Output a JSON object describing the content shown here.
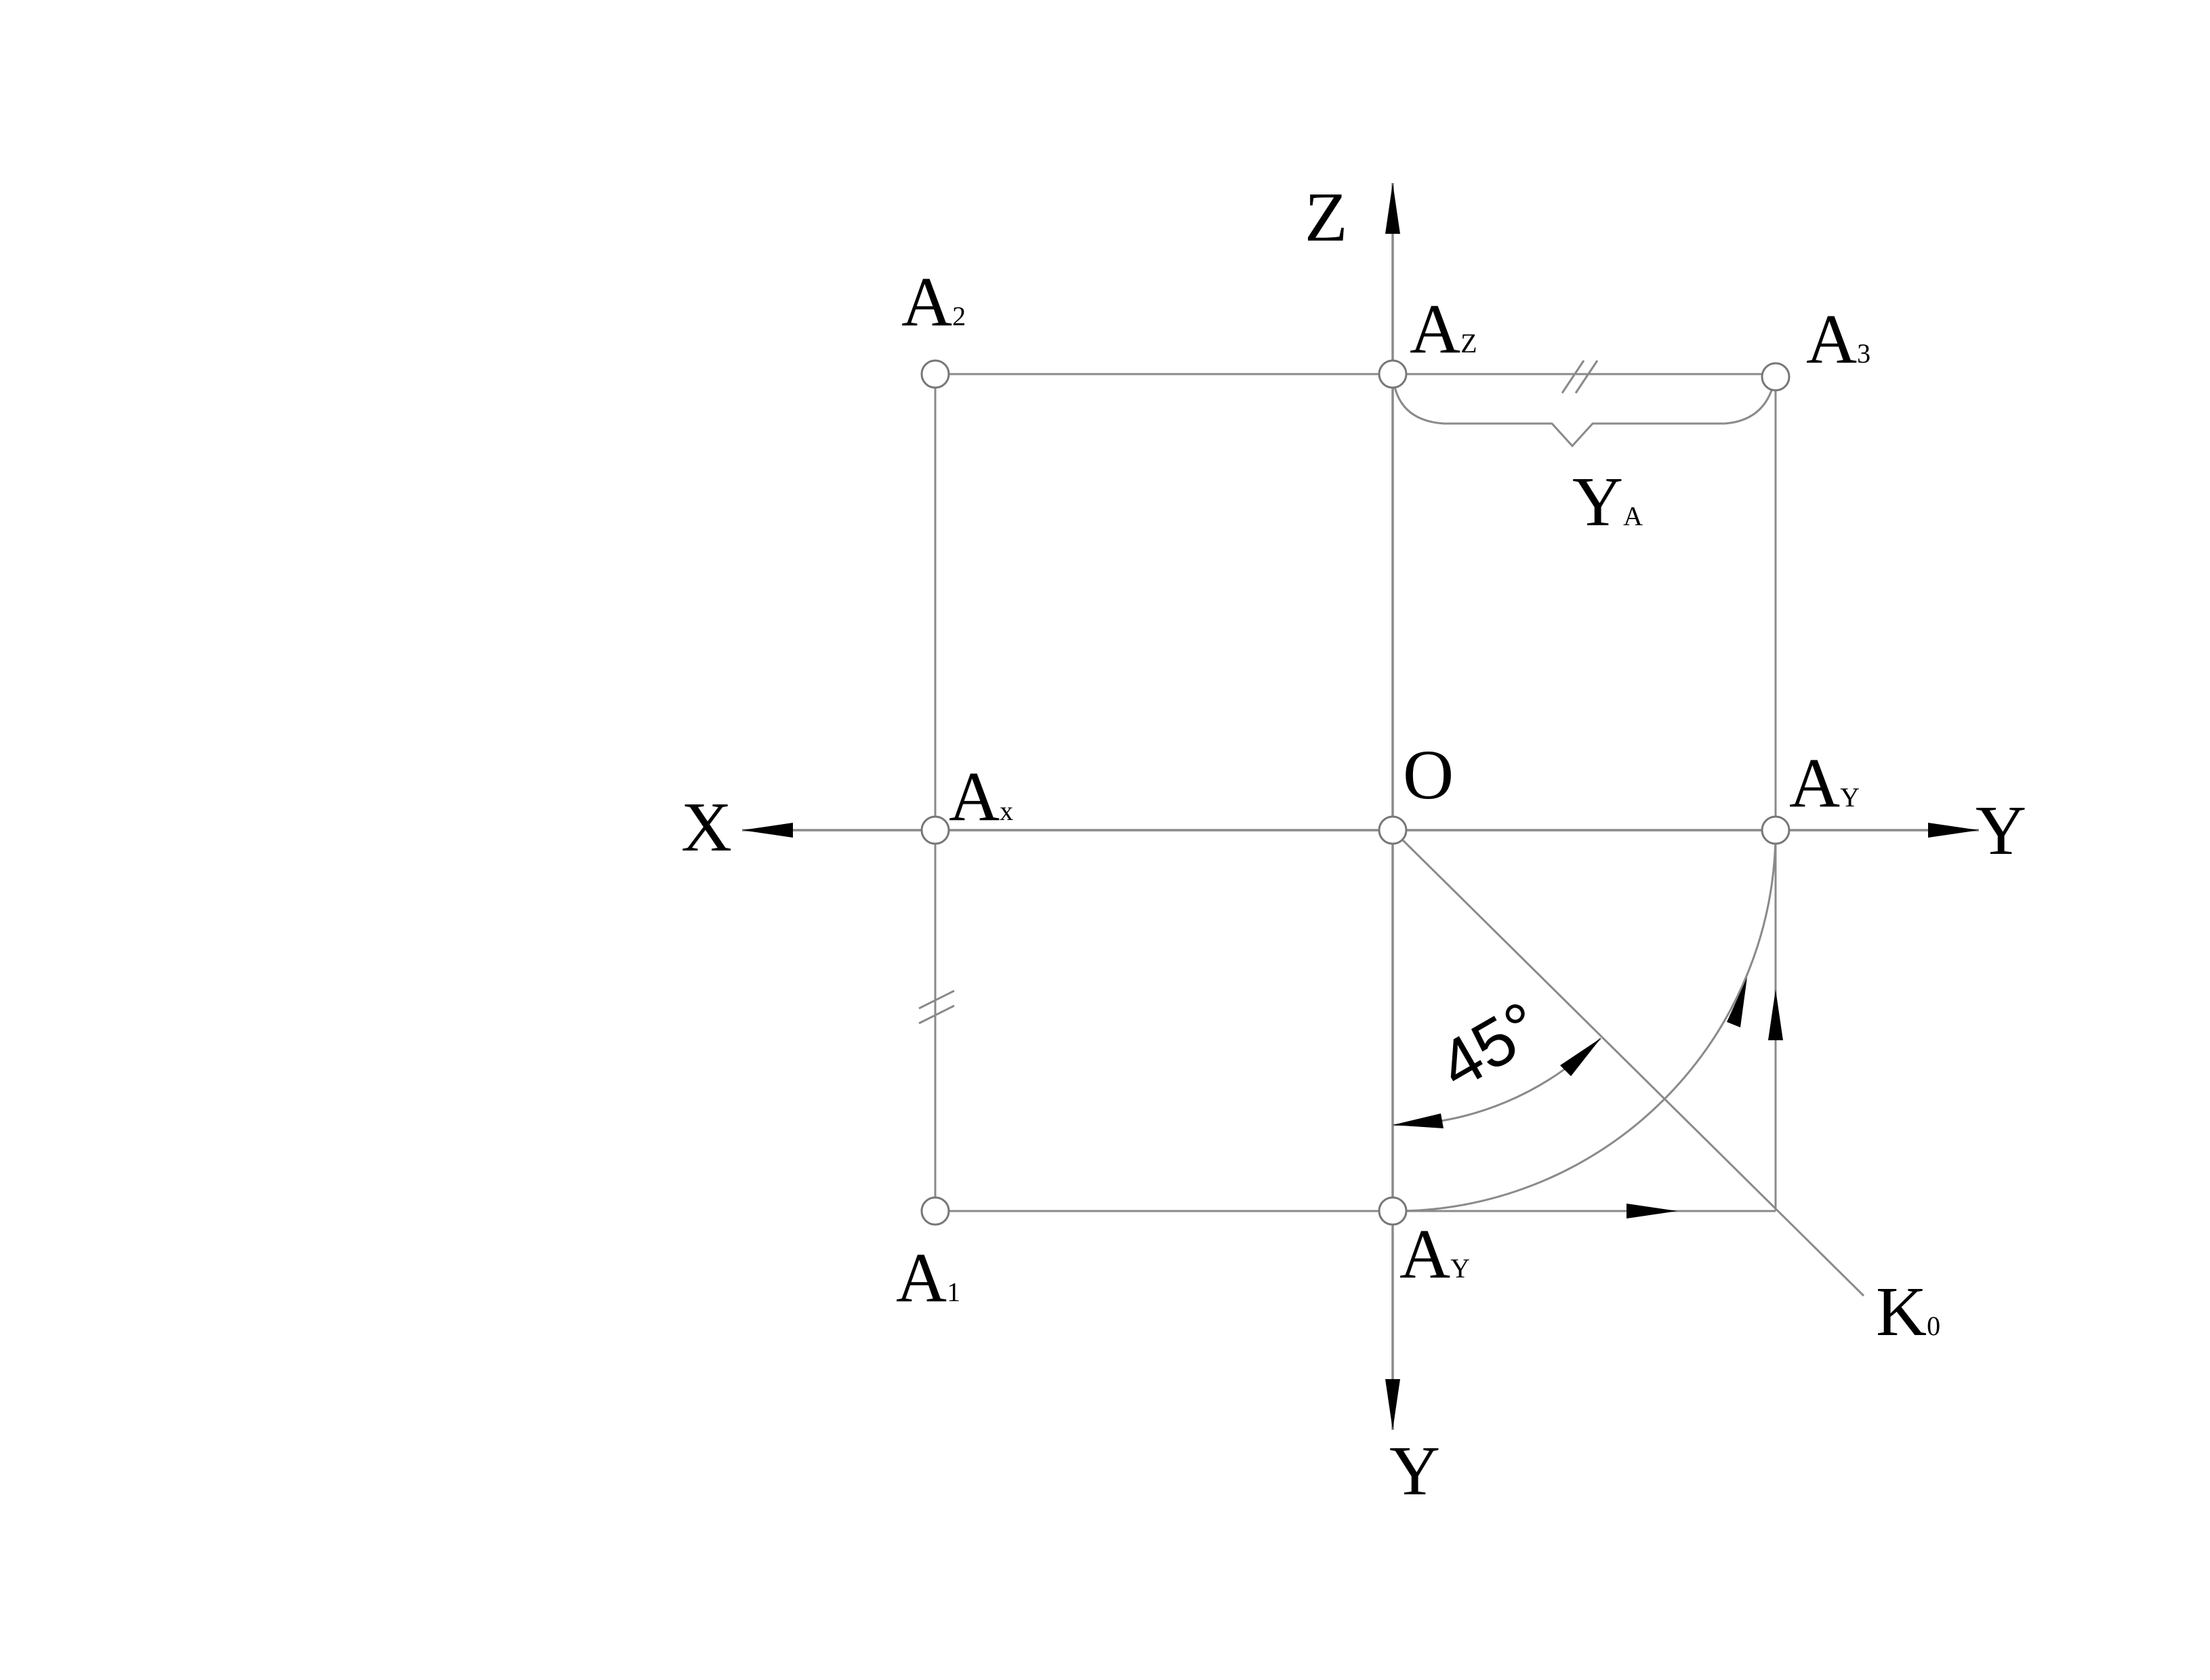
{
  "axes": {
    "x": "X",
    "z": "Z",
    "y_horizontal": "Y",
    "y_vertical": "Y",
    "origin": "O"
  },
  "points": {
    "a2": {
      "main": "A",
      "sub": "2"
    },
    "az": {
      "main": "A",
      "sub": "Z"
    },
    "a3": {
      "main": "A",
      "sub": "3"
    },
    "ax": {
      "main": "A",
      "sub": "x"
    },
    "ay_right": {
      "main": "A",
      "sub": "Y"
    },
    "a1": {
      "main": "A",
      "sub": "1"
    },
    "ay_bottom": {
      "main": "A",
      "sub": "Y"
    },
    "k0": {
      "main": "K",
      "sub": "0"
    }
  },
  "dimension": {
    "main": "Y",
    "sub": "A"
  },
  "angle": "45°"
}
